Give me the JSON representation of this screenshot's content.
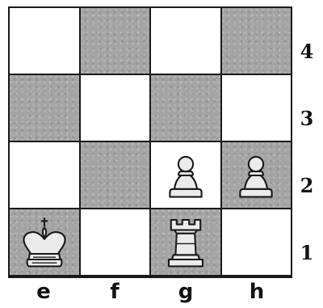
{
  "board": {
    "files": [
      "e",
      "f",
      "g",
      "h"
    ],
    "ranks": [
      "4",
      "3",
      "2",
      "1"
    ],
    "pieces": [
      {
        "square": "e1",
        "piece": "king",
        "color": "white"
      },
      {
        "square": "g1",
        "piece": "rook",
        "color": "white"
      },
      {
        "square": "g2",
        "piece": "pawn",
        "color": "white"
      },
      {
        "square": "h2",
        "piece": "pawn",
        "color": "white"
      }
    ],
    "colors": {
      "light": "#ffffff",
      "dark": "#a4a4a4",
      "piece_fill": "#ebebeb",
      "outline": "#1a1a1a"
    }
  }
}
